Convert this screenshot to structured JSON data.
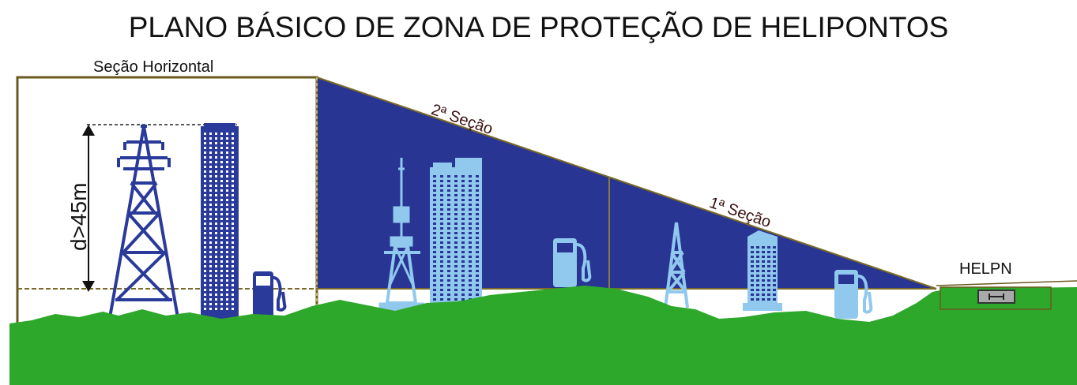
{
  "title": "PLANO BÁSICO DE ZONA DE PROTEÇÃO DE HELIPONTOS",
  "labels": {
    "horizontal_section": "Seção Horizontal",
    "second_section": "2ª Seção",
    "first_section": "1ª Seção",
    "distance": "d>45m",
    "helipad": "HELPN"
  },
  "colors": {
    "approach_zone": "#283593",
    "ground": "#2ea82a",
    "light_objects": "#90c8ee",
    "dark_objects": "#2a3a9a",
    "frame": "#6b5a1e"
  },
  "icons": {
    "left_tower": "transmission-tower-icon",
    "left_building": "skyscraper-icon",
    "left_pump": "fuel-pump-icon",
    "antenna": "antenna-tower-icon",
    "tall_buildings": "buildings-icon",
    "mid_pump": "fuel-pump-icon",
    "lattice_tower": "lattice-tower-icon",
    "right_building": "building-icon",
    "right_pump": "fuel-pump-icon",
    "helipad": "helipad-icon"
  }
}
